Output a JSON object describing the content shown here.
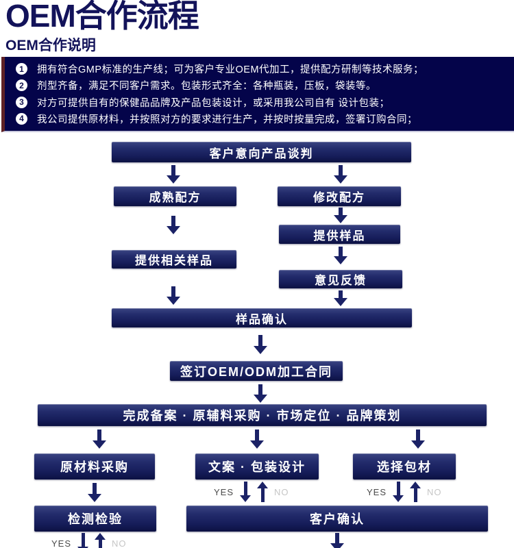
{
  "page": {
    "title": "OEM合作流程",
    "subtitle": "OEM合作说明"
  },
  "notes": {
    "items": [
      {
        "num": "1",
        "text": "拥有符合GMP标准的生产线；可为客户专业OEM代加工，提供配方研制等技术服务；"
      },
      {
        "num": "2",
        "text": "剂型齐备，满足不同客户需求。包装形式齐全：各种瓶装，压板，袋装等。"
      },
      {
        "num": "3",
        "text": "对方可提供自有的保健品品牌及产品包装设计，或采用我公司自有 设计包装；"
      },
      {
        "num": "4",
        "text": "我公司提供原材料，并按照对方的要求进行生产，并按时按量完成，签署订购合同；"
      }
    ]
  },
  "flow": {
    "nodes": {
      "negotiation": "客户意向产品谈判",
      "mature_formula": "成熟配方",
      "modify_formula": "修改配方",
      "provide_related_samples": "提供相关样品",
      "provide_samples": "提供样品",
      "feedback": "意见反馈",
      "sample_confirm": "样品确认",
      "sign_contract": "签订OEM/ODM加工合同",
      "filing_row": "完成备案 · 原辅料采购 · 市场定位 · 品牌策划",
      "raw_material": "原材料采购",
      "copy_packaging": "文案 · 包装设计",
      "choose_packaging": "选择包材",
      "inspection": "检测检验",
      "customer_confirm": "客户确认"
    },
    "labels": {
      "yes": "YES",
      "no": "NO"
    }
  },
  "colors": {
    "navy_dark_panel": "#04044a",
    "maroon_stripe": "#5e2125",
    "node_navy": "#1c2565",
    "arrow_navy": "#1b2266",
    "title_navy": "#13135a",
    "yes_text": "#4a4a4a",
    "no_text": "#c6c6c6"
  }
}
